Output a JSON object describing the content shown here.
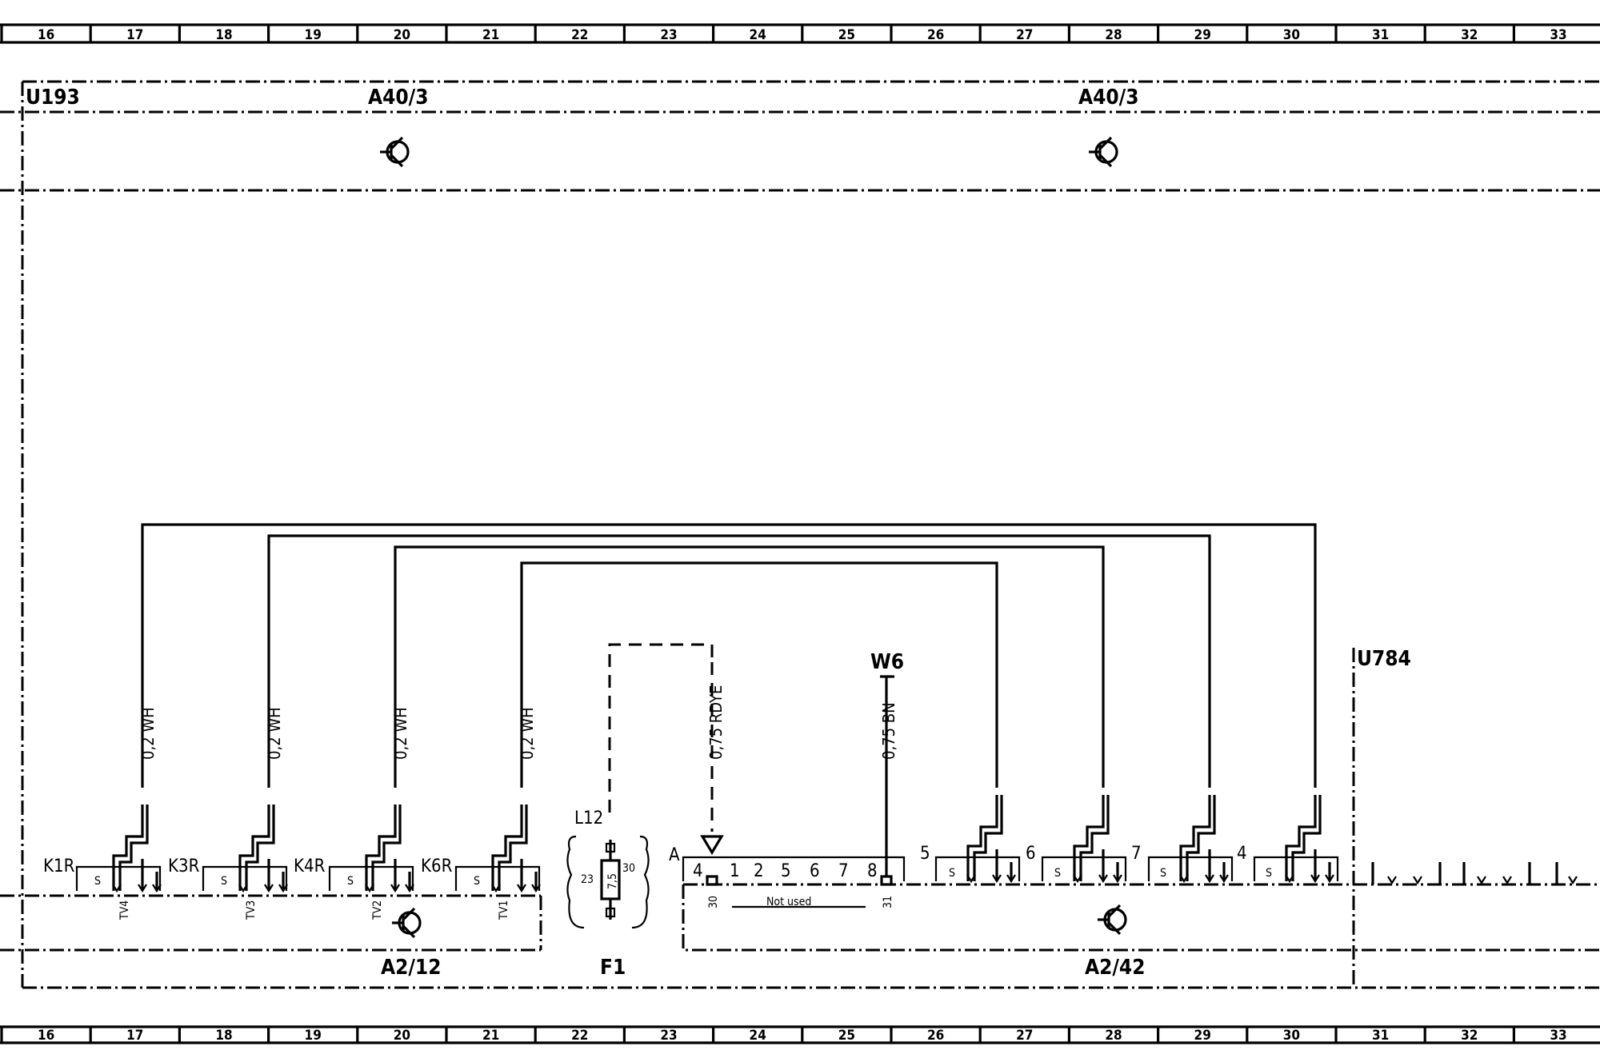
{
  "ruler": {
    "columns": [
      "16",
      "17",
      "18",
      "19",
      "20",
      "21",
      "22",
      "23",
      "24",
      "25",
      "26",
      "27",
      "28",
      "29",
      "30",
      "31",
      "32",
      "33"
    ]
  },
  "module_labels": {
    "u193": "U193",
    "a40_left": "A40/3",
    "a40_right": "A40/3",
    "u784": "U784",
    "w6": "W6",
    "a2_12": "A2/12",
    "f1": "F1",
    "a2_42": "A2/42",
    "l12": "L12"
  },
  "left_connectors": [
    {
      "label": "K1R",
      "wire": "0,2 WH",
      "pin": "TV4"
    },
    {
      "label": "K3R",
      "wire": "0,2 WH",
      "pin": "TV3"
    },
    {
      "label": "K4R",
      "wire": "0,2 WH",
      "pin": "TV2"
    },
    {
      "label": "K6R",
      "wire": "0,2 WH",
      "pin": "TV1"
    }
  ],
  "right_connectors": [
    {
      "label": "5"
    },
    {
      "label": "6"
    },
    {
      "label": "7"
    },
    {
      "label": "4"
    }
  ],
  "shield_marker": "S",
  "fuse": {
    "rating": "7,5",
    "pin_left": "23",
    "pin_right": "30"
  },
  "connector_a": {
    "label": "A",
    "pins": [
      "4",
      "1",
      "2",
      "5",
      "6",
      "7",
      "8"
    ],
    "note": "Not used",
    "term_left": "30",
    "term_right": "31"
  },
  "wires": {
    "rdye": "0,75 RDYE",
    "bn": "0,75 BN"
  }
}
